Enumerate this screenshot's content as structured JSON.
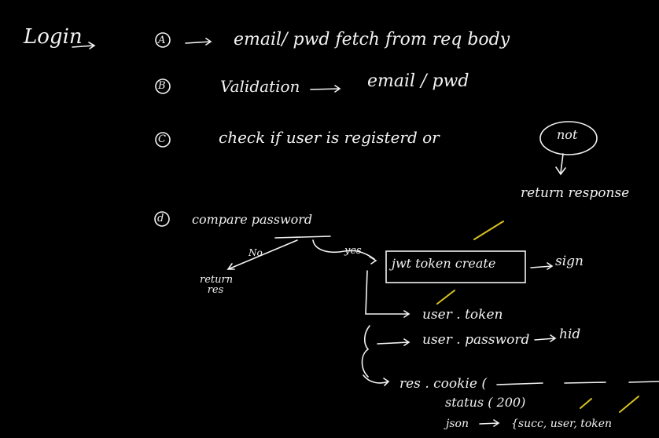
{
  "title": "Login",
  "steps": [
    {
      "marker": "A",
      "text": "email/ pwd fetch from req body"
    },
    {
      "marker": "B",
      "text": "Validation",
      "detail": "email / pwd"
    },
    {
      "marker": "C",
      "text": "check if user is registerd or",
      "boxed": "not",
      "branch": "return response"
    },
    {
      "marker": "d",
      "text": "compare password"
    }
  ],
  "branches": {
    "no_label": "No",
    "no_result": "return res",
    "yes_label": "yes",
    "jwt_box": "jwt token create",
    "jwt_result": "sign",
    "user_token": "user . token",
    "user_password": "user . password",
    "password_result": "hid",
    "res_cookie": "res . cookie (",
    "status": "status ( 200)",
    "json_line": "json",
    "json_payload": "{succ, user, token"
  },
  "colors": {
    "background": "#000000",
    "ink": "#f2f2f2",
    "highlight": "#d9c21f"
  }
}
